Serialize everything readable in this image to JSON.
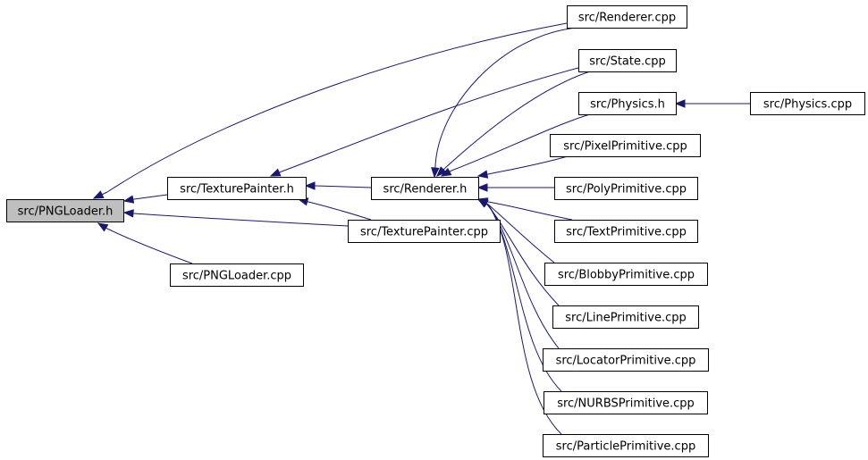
{
  "graph": {
    "edge_color": "#191970",
    "root_fill": "#bfbfbf",
    "nodes": [
      {
        "id": "pngloader_h",
        "label": "src/PNGLoader.h",
        "root": true
      },
      {
        "id": "texturepainter_h",
        "label": "src/TexturePainter.h"
      },
      {
        "id": "pngloader_cpp",
        "label": "src/PNGLoader.cpp"
      },
      {
        "id": "renderer_h",
        "label": "src/Renderer.h"
      },
      {
        "id": "texturepainter_cpp",
        "label": "src/TexturePainter.cpp"
      },
      {
        "id": "renderer_cpp",
        "label": "src/Renderer.cpp"
      },
      {
        "id": "state_cpp",
        "label": "src/State.cpp"
      },
      {
        "id": "physics_h",
        "label": "src/Physics.h"
      },
      {
        "id": "physics_cpp",
        "label": "src/Physics.cpp"
      },
      {
        "id": "pixelprimitive_cpp",
        "label": "src/PixelPrimitive.cpp"
      },
      {
        "id": "polyprimitive_cpp",
        "label": "src/PolyPrimitive.cpp"
      },
      {
        "id": "textprimitive_cpp",
        "label": "src/TextPrimitive.cpp"
      },
      {
        "id": "blobbyprimitive_cpp",
        "label": "src/BlobbyPrimitive.cpp"
      },
      {
        "id": "lineprimitive_cpp",
        "label": "src/LinePrimitive.cpp"
      },
      {
        "id": "locatorprimitive_cpp",
        "label": "src/LocatorPrimitive.cpp"
      },
      {
        "id": "nurbsprimitive_cpp",
        "label": "src/NURBSPrimitive.cpp"
      },
      {
        "id": "particleprimitive_cpp",
        "label": "src/ParticlePrimitive.cpp"
      }
    ],
    "edges": [
      {
        "from": "texturepainter_h",
        "to": "pngloader_h"
      },
      {
        "from": "texturepainter_cpp",
        "to": "pngloader_h"
      },
      {
        "from": "pngloader_cpp",
        "to": "pngloader_h"
      },
      {
        "from": "renderer_cpp",
        "to": "pngloader_h"
      },
      {
        "from": "renderer_h",
        "to": "texturepainter_h"
      },
      {
        "from": "texturepainter_cpp",
        "to": "texturepainter_h"
      },
      {
        "from": "state_cpp",
        "to": "texturepainter_h"
      },
      {
        "from": "renderer_cpp",
        "to": "renderer_h"
      },
      {
        "from": "state_cpp",
        "to": "renderer_h"
      },
      {
        "from": "physics_h",
        "to": "renderer_h"
      },
      {
        "from": "pixelprimitive_cpp",
        "to": "renderer_h"
      },
      {
        "from": "polyprimitive_cpp",
        "to": "renderer_h"
      },
      {
        "from": "textprimitive_cpp",
        "to": "renderer_h"
      },
      {
        "from": "blobbyprimitive_cpp",
        "to": "renderer_h"
      },
      {
        "from": "lineprimitive_cpp",
        "to": "renderer_h"
      },
      {
        "from": "locatorprimitive_cpp",
        "to": "renderer_h"
      },
      {
        "from": "nurbsprimitive_cpp",
        "to": "renderer_h"
      },
      {
        "from": "particleprimitive_cpp",
        "to": "renderer_h"
      },
      {
        "from": "physics_cpp",
        "to": "physics_h"
      }
    ]
  }
}
